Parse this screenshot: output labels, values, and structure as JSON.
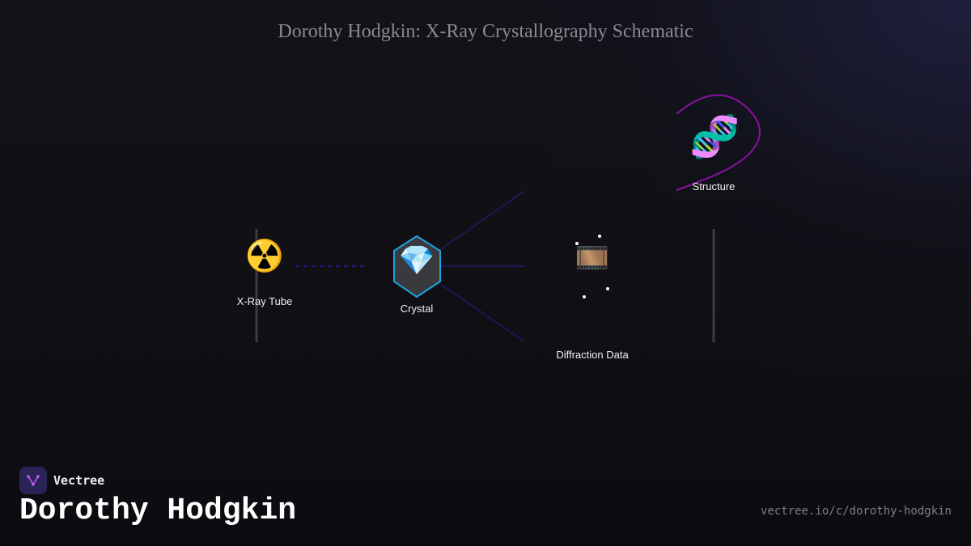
{
  "header": {
    "title": "Dorothy Hodgkin: X-Ray Crystallography Schematic"
  },
  "diagram": {
    "nodes": {
      "xray_tube": {
        "label": "X-Ray Tube",
        "icon": "radioactive-icon",
        "glyph": "☢️"
      },
      "crystal": {
        "label": "Crystal",
        "icon": "gem-icon",
        "glyph": "💎"
      },
      "diffraction": {
        "label": "Diffraction Data",
        "icon": "film-frames-icon",
        "glyph": "🎞️"
      },
      "structure": {
        "label": "Structure",
        "icon": "dna-icon",
        "glyph": "🧬"
      }
    },
    "colors": {
      "beam": "#1a1a6e",
      "crystal_outline": "#1fa2e0",
      "crystal_fill": "#3a3a3e",
      "helix_curve": "#8a12a0",
      "frame_bars": "#3c3c40"
    }
  },
  "footer": {
    "brand": "Vectree",
    "person": "Dorothy Hodgkin",
    "url": "vectree.io/c/dorothy-hodgkin"
  }
}
